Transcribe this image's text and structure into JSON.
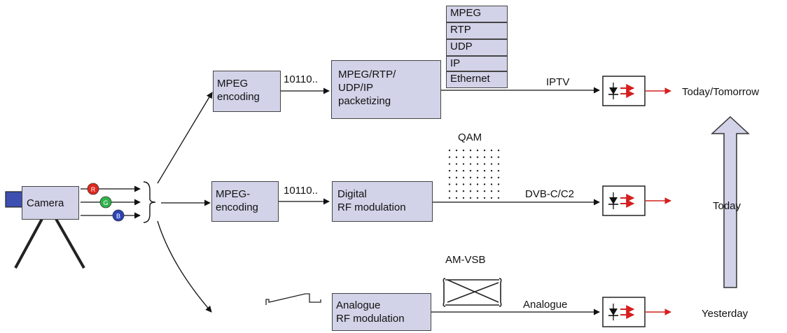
{
  "camera": {
    "label": "Camera",
    "channels": [
      "R",
      "G",
      "B"
    ]
  },
  "paths": {
    "iptv": {
      "encoder": "MPEG\nencoding",
      "bits": "10110..",
      "packetizer": "MPEG/RTP/\nUDP/IP\npacketizing",
      "protocol_stack": [
        "MPEG",
        "RTP",
        "UDP",
        "IP",
        "Ethernet"
      ],
      "link_label": "IPTV",
      "era": "Today/Tomorrow"
    },
    "digital": {
      "encoder": "MPEG-\nencoding",
      "bits": "10110..",
      "modulator": "Digital\nRF modulation",
      "constellation_label": "QAM",
      "link_label": "DVB-C/C2",
      "era": "Today"
    },
    "analogue": {
      "modulator": "Analogue\nRF modulation",
      "spectrum_label": "AM-VSB",
      "link_label": "Analogue",
      "era": "Yesterday"
    }
  },
  "colors": {
    "box_fill": "#d2d2e8",
    "red_channel": "#e0281e",
    "green_channel": "#2fb34a",
    "blue_channel": "#2b43b8",
    "optical_arrow": "#d42020",
    "timeline_arrow": "#d2d2e8"
  }
}
